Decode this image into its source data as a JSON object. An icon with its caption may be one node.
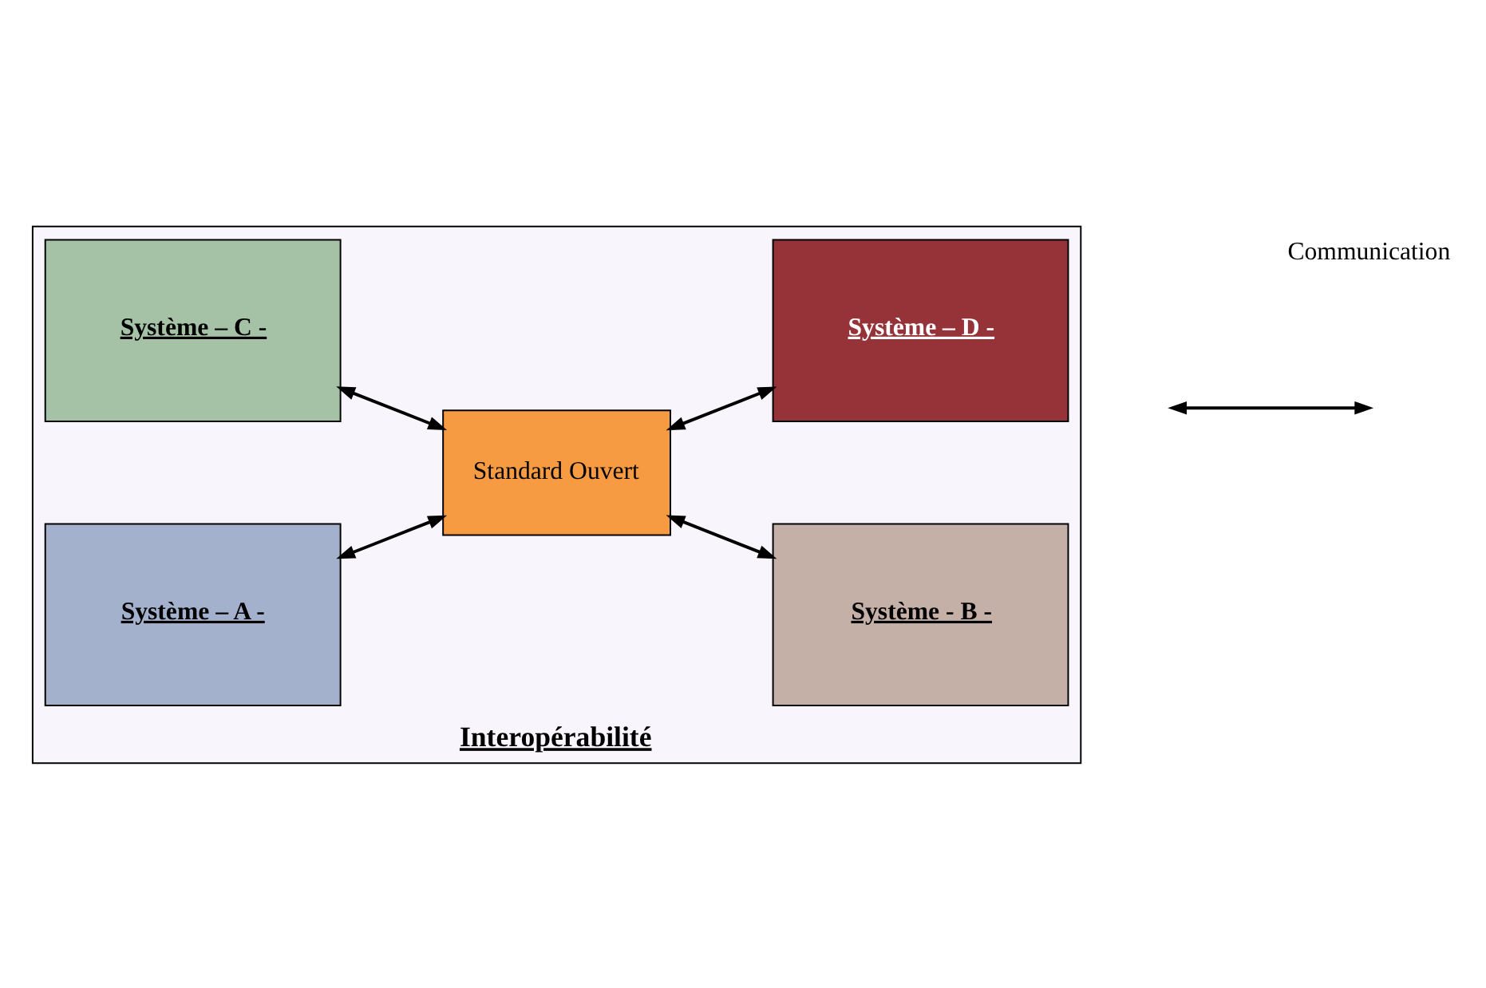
{
  "diagram": {
    "nodes": [
      {
        "text": [
          "Interopérabilité"
        ]
      },
      {
        "text": [
          "Système – A -"
        ],
        "in": 0
      },
      {
        "text": [
          "Système - B -"
        ],
        "in": 0
      },
      {
        "text": [
          "Standard Ouvert"
        ],
        "in": 0
      },
      {
        "text": [
          "Système – C -"
        ],
        "in": 0
      },
      {
        "text": [
          "Système – D -"
        ],
        "in": 0
      }
    ],
    "edges": [
      {
        "from": 1,
        "to": 3,
        "arrow": "both"
      },
      {
        "from": 3,
        "to": 2,
        "arrow": "both"
      },
      {
        "from": 4,
        "to": 3,
        "arrow": "both"
      },
      {
        "from": 3,
        "to": 5,
        "arrow": "both"
      }
    ],
    "legend": [
      {
        "text": "Communication"
      }
    ]
  }
}
